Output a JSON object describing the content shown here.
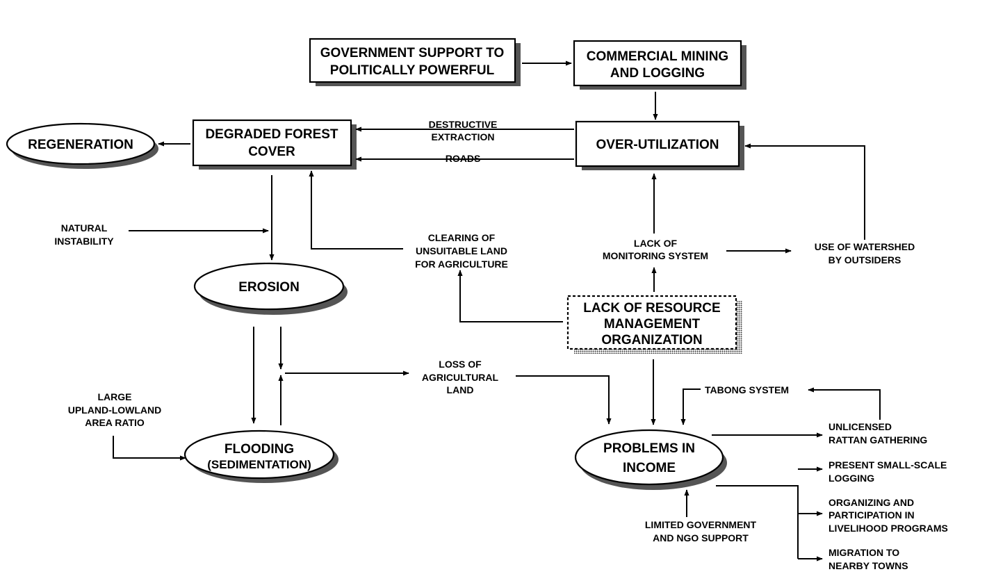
{
  "nodes": {
    "gov_support": [
      "GOVERNMENT SUPPORT TO",
      "POLITICALLY POWERFUL"
    ],
    "commercial": [
      "COMMERCIAL MINING",
      "AND LOGGING"
    ],
    "over_util": [
      "OVER-UTILIZATION"
    ],
    "degraded": [
      "DEGRADED FOREST",
      "COVER"
    ],
    "regeneration": [
      "REGENERATION"
    ],
    "erosion": [
      "EROSION"
    ],
    "flooding": [
      "FLOODING",
      "(SEDIMENTATION)"
    ],
    "lack_org": [
      "LACK OF RESOURCE",
      "MANAGEMENT",
      "ORGANIZATION"
    ],
    "problems": [
      "PROBLEMS IN",
      "INCOME"
    ]
  },
  "labels": {
    "destructive": [
      "DESTRUCTIVE",
      "EXTRACTION"
    ],
    "roads": [
      "ROADS"
    ],
    "natural": [
      "NATURAL",
      "INSTABILITY"
    ],
    "clearing": [
      "CLEARING OF",
      "UNSUITABLE LAND",
      "FOR AGRICULTURE"
    ],
    "lack_monitoring": [
      "LACK OF",
      "MONITORING SYSTEM"
    ],
    "use_watershed": [
      "USE OF WATERSHED",
      "BY OUTSIDERS"
    ],
    "large_ratio": [
      "LARGE",
      "UPLAND-LOWLAND",
      "AREA RATIO"
    ],
    "loss_ag": [
      "LOSS OF",
      "AGRICULTURAL",
      "LAND"
    ],
    "tabong": [
      "TABONG SYSTEM"
    ],
    "unlicensed": [
      "UNLICENSED",
      "RATTAN GATHERING"
    ],
    "small_scale": [
      "PRESENT SMALL-SCALE",
      "LOGGING"
    ],
    "organizing": [
      "ORGANIZING AND",
      "PARTICIPATION IN",
      "LIVELIHOOD PROGRAMS"
    ],
    "migration": [
      "MIGRATION TO",
      "NEARBY TOWNS"
    ],
    "limited_gov": [
      "LIMITED GOVERNMENT",
      "AND NGO SUPPORT"
    ]
  }
}
